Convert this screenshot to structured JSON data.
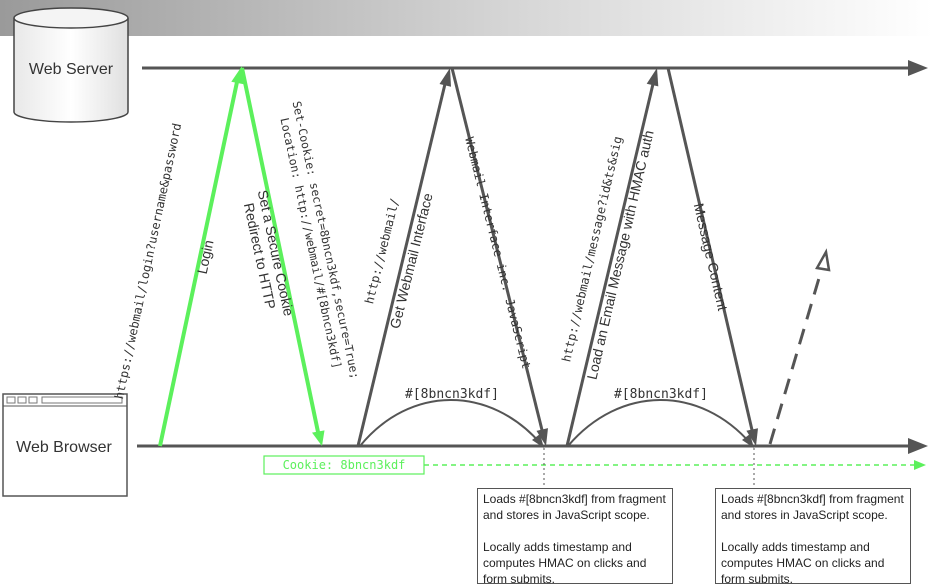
{
  "actors": {
    "server": "Web Server",
    "browser": "Web Browser"
  },
  "messages": {
    "login_url": "https://webmail/login?username&password",
    "login": "Login",
    "set_cookie_header_1": "Set-Cookie: secret=8bncn3kdf,secure=True;",
    "set_cookie_header_2": "Location: http://webmail/#[8bncn3kdf]",
    "set_cookie_desc_1": "Set a Secure Cookie",
    "set_cookie_desc_2": "Redirect to HTTP",
    "get_url": "http://webmail/",
    "get_desc": "Get Webmail Interface",
    "interface_resp": "Webmail Interface inc. JavaScript",
    "message_url": "http://webmail/message?id&ts&sig",
    "message_desc": "Load an Email Message with HMAC auth",
    "message_content": "Message Content",
    "fragment_1": "#[8bncn3kdf]",
    "fragment_2": "#[8bncn3kdf]",
    "cookie": "Cookie: 8bncn3kdf"
  },
  "notes": [
    {
      "line1": "Loads #[8bncn3kdf] from fragment and stores in JavaScript scope.",
      "line2": "Locally adds timestamp and computes HMAC on clicks and form submits."
    },
    {
      "line1": "Loads #[8bncn3kdf] from fragment and stores in JavaScript scope.",
      "line2": "Locally adds timestamp and computes HMAC on clicks and form submits."
    }
  ],
  "colors": {
    "secure": "#5cf05c",
    "lines": "#555555"
  }
}
